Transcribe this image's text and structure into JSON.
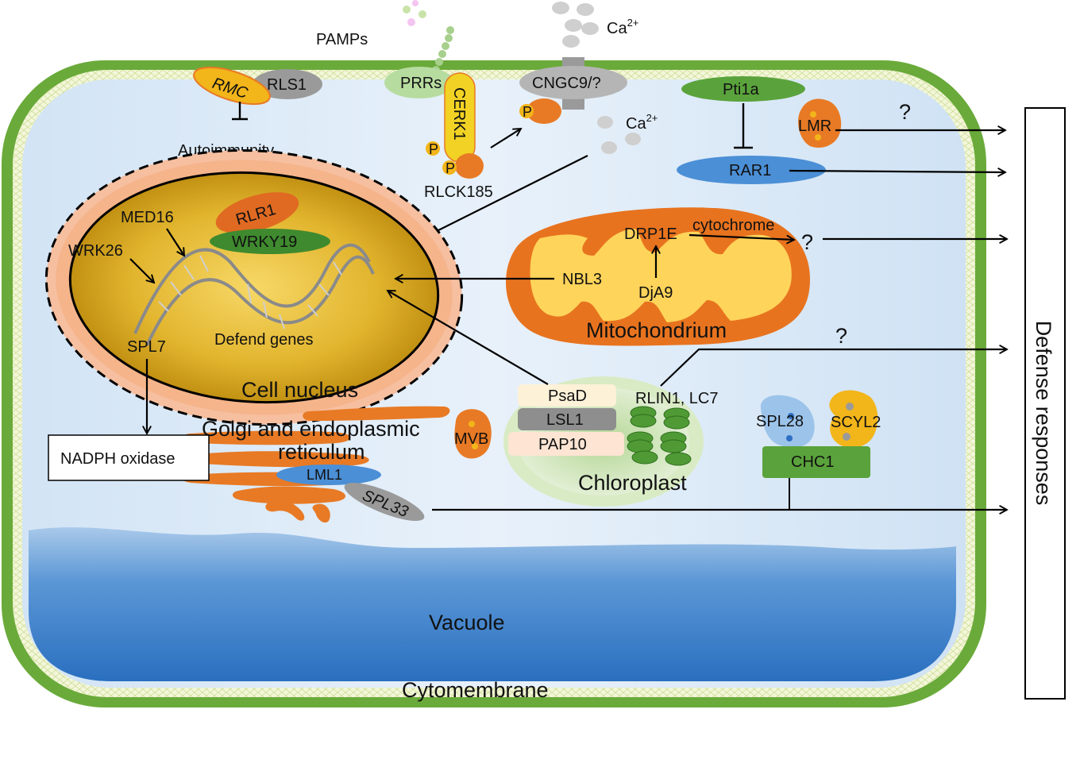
{
  "labels": {
    "pamps": "PAMPs",
    "ca_top": "Ca",
    "ca_sup": "2+",
    "ca_inner": "Ca",
    "ca_inner_sup": "2+",
    "rmc": "RMC",
    "rls1": "RLS1",
    "autoimmunity": "Autoimmunity",
    "prrs": "PRRs",
    "cerk1": "CERK1",
    "p1": "P",
    "p2": "P",
    "p3": "P",
    "rlck185": "RLCK185",
    "cngc9": "CNGC9/?",
    "pti1a": "Pti1a",
    "rar1": "RAR1",
    "lmr": "LMR",
    "q1": "?",
    "q2": "?",
    "q3": "?",
    "rlr1": "RLR1",
    "wrky19": "WRKY19",
    "med16": "MED16",
    "wrk26": "WRK26",
    "spl7": "SPL7",
    "defend_genes": "Defend genes",
    "cell_nucleus": "Cell nucleus",
    "nadph": "NADPH oxidase",
    "golgi_1": "Golgi and endoplasmic",
    "golgi_2": "reticulum",
    "mvb": "MVB",
    "lml1": "LML1",
    "spl33": "SPL33",
    "drp1e": "DRP1E",
    "cytochrome": "cytochrome",
    "nbl3": "NBL3",
    "dja9": "DjA9",
    "mitochondrium": "Mitochondrium",
    "psad": "PsaD",
    "lsl1": "LSL1",
    "pap10": "PAP10",
    "rlin1": "RLIN1, LC7",
    "chloroplast": "Chloroplast",
    "spl28": "SPL28",
    "scyl2": "SCYL2",
    "chc1": "CHC1",
    "vacuole": "Vacuole",
    "cytomembrane": "Cytomembrane",
    "defense": "Defense responses"
  },
  "colors": {
    "cell_wall": "#6aaa3a",
    "cytoplasm": "#dbe9f6",
    "vacuole": "#2f78c4",
    "nucleus": "#c89b16",
    "nucleus_rim": "#f5b48a",
    "mito_outer": "#e8731f",
    "mito_inner": "#ffd45a",
    "chloroplast": "#cfe6b4",
    "orange_protein": "#e87a25",
    "yellow_protein": "#f2b51a",
    "grey_protein": "#9a9a9a",
    "green_protein": "#5aa33c",
    "blue_protein": "#4b8fd6"
  }
}
